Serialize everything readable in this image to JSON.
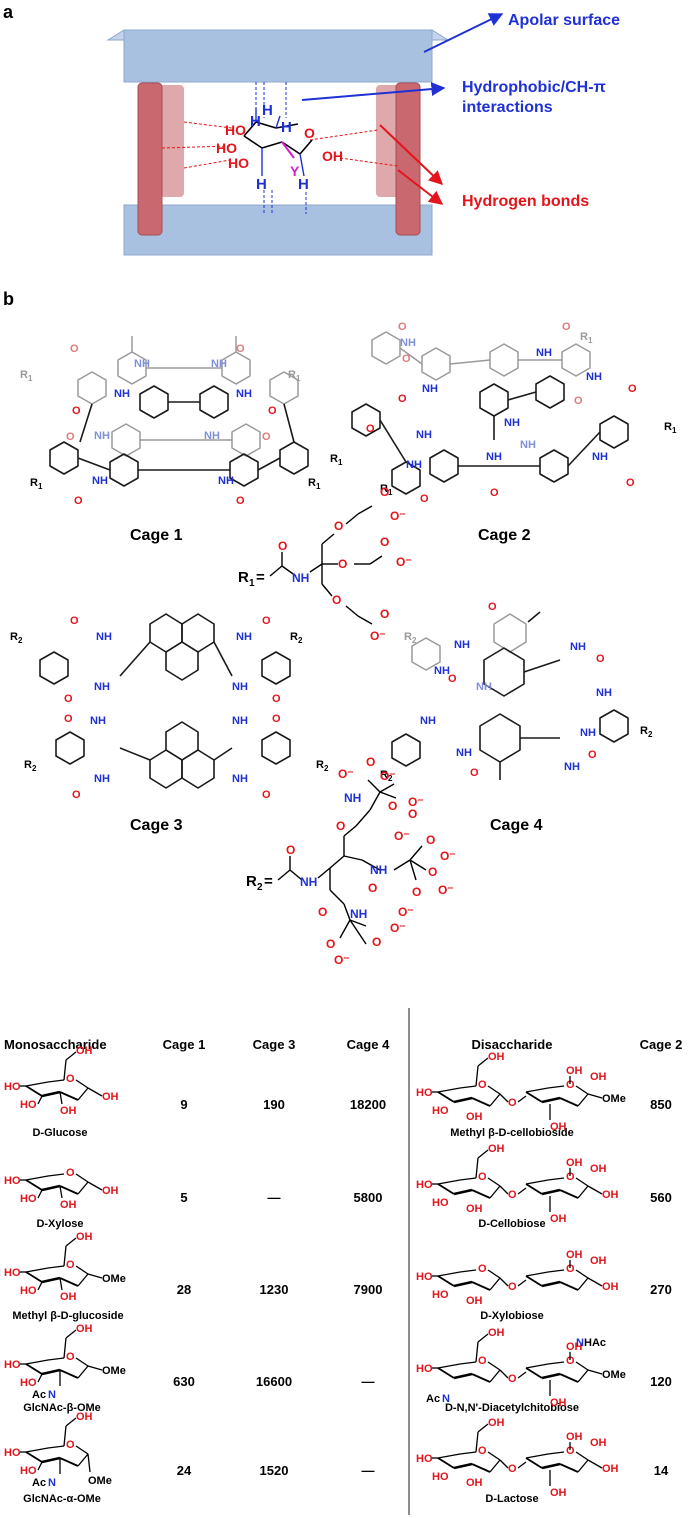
{
  "panel_a": {
    "label": "a",
    "annotations": {
      "apolar": "Apolar surface",
      "hydrophobic_line1": "Hydrophobic/CH-π",
      "hydrophobic_line2": "interactions",
      "hbonds": "Hydrogen bonds"
    },
    "atoms": {
      "ho": "HO",
      "oh": "OH",
      "h": "H",
      "o": "O",
      "y": "Y"
    },
    "colors": {
      "slab": "#a9c1e0",
      "slab_edge": "#7f9cc4",
      "pillar": "#c9696f",
      "pillar_light": "#d99a9c",
      "blue": "#1f31d6",
      "red": "#e3141b",
      "magenta": "#d61fc9"
    }
  },
  "panel_b": {
    "label": "b",
    "cages": [
      "Cage 1",
      "Cage 2",
      "Cage 3",
      "Cage 4"
    ],
    "r1": {
      "label": "R",
      "sub": "1",
      "eq": "=",
      "nh": "NH",
      "o": "O",
      "o_minus": "O⁻"
    },
    "r2": {
      "label": "R",
      "sub": "2",
      "eq": "=",
      "nh": "NH",
      "o": "O",
      "o_minus": "O⁻"
    },
    "atom_labels": {
      "nh": "NH",
      "o": "O",
      "r1": "R",
      "r1_sub": "1",
      "r2": "R",
      "r2_sub": "2"
    }
  },
  "table": {
    "headers_left": [
      "Monosaccharide",
      "Cage 1",
      "Cage 3",
      "Cage 4"
    ],
    "headers_right": [
      "Disaccharide",
      "Cage 2"
    ],
    "rows_left": [
      {
        "name": "D-Glucose",
        "values": [
          "9",
          "190",
          "18200"
        ]
      },
      {
        "name": "D-Xylose",
        "values": [
          "5",
          "—",
          "5800"
        ]
      },
      {
        "name": "Methyl β-D-glucoside",
        "values": [
          "28",
          "1230",
          "7900"
        ]
      },
      {
        "name": "GlcNAc-β-OMe",
        "values": [
          "630",
          "16600",
          "—"
        ]
      },
      {
        "name": "GlcNAc-α-OMe",
        "values": [
          "24",
          "1520",
          "—"
        ]
      }
    ],
    "rows_right": [
      {
        "name": "Methyl β-D-cellobioside",
        "value": "850"
      },
      {
        "name": "D-Cellobiose",
        "value": "560"
      },
      {
        "name": "D-Xylobiose",
        "value": "270"
      },
      {
        "name": "D-N,N'-Diacetylchitobiose",
        "value": "120"
      },
      {
        "name": "D-Lactose",
        "value": "14"
      }
    ],
    "struct_labels": {
      "oh": "OH",
      "ho": "HO",
      "o": "O",
      "ome": "OMe",
      "achn": "AcHN",
      "nhac": "NHAc",
      "n": "N"
    }
  }
}
